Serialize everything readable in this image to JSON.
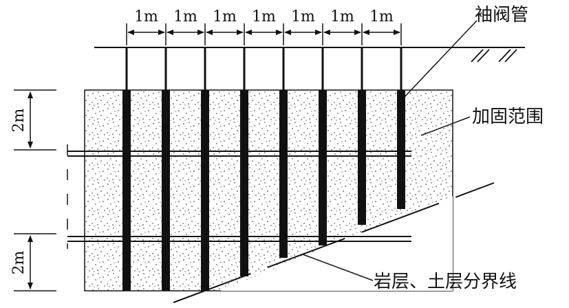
{
  "diagram": {
    "spacing_labels": [
      "1m",
      "1m",
      "1m",
      "1m",
      "1m",
      "1m",
      "1m"
    ],
    "vertical_labels": [
      "2m",
      "2m"
    ],
    "callouts": {
      "pipe": "袖阀管",
      "zone": "加固范围",
      "boundary": "岩层、土层分界线"
    },
    "colors": {
      "line": "#111111",
      "fill_dots": "#222222",
      "background": "#ffffff"
    }
  }
}
